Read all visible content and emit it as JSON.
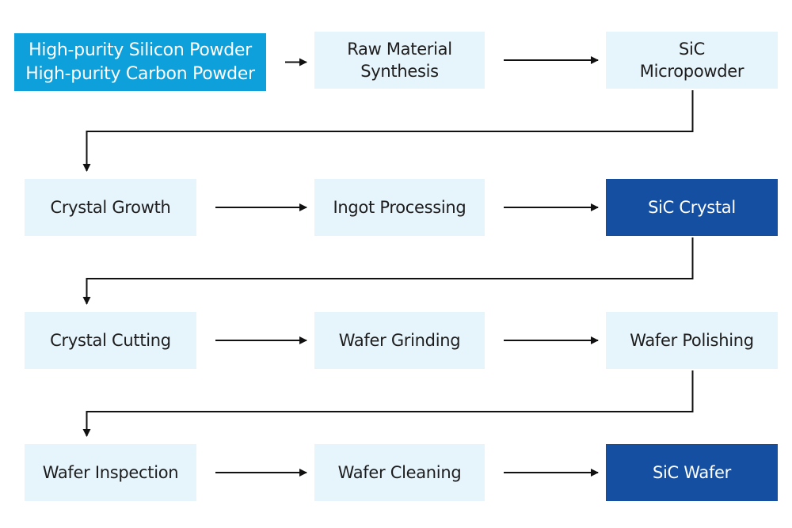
{
  "colors": {
    "source_fill": "#0ea0da",
    "step_fill": "#e6f4fc",
    "output_fill": "#144fa2",
    "arrow": "#111111"
  },
  "nodes": [
    {
      "id": "powders",
      "label": "High-purity Silicon Powder\nHigh-purity Carbon Powder",
      "kind": "source"
    },
    {
      "id": "raw",
      "label": "Raw Material\nSynthesis",
      "kind": "step"
    },
    {
      "id": "micro",
      "label": "SiC\nMicropowder",
      "kind": "step"
    },
    {
      "id": "growth",
      "label": "Crystal Growth",
      "kind": "step"
    },
    {
      "id": "ingot",
      "label": "Ingot Processing",
      "kind": "step"
    },
    {
      "id": "crystal",
      "label": "SiC Crystal",
      "kind": "output"
    },
    {
      "id": "cutting",
      "label": "Crystal Cutting",
      "kind": "step"
    },
    {
      "id": "grinding",
      "label": "Wafer Grinding",
      "kind": "step"
    },
    {
      "id": "polishing",
      "label": "Wafer Polishing",
      "kind": "step"
    },
    {
      "id": "inspection",
      "label": "Wafer Inspection",
      "kind": "step"
    },
    {
      "id": "cleaning",
      "label": "Wafer Cleaning",
      "kind": "step"
    },
    {
      "id": "wafer",
      "label": "SiC Wafer",
      "kind": "output"
    }
  ],
  "edges": [
    [
      "powders",
      "raw"
    ],
    [
      "raw",
      "micro"
    ],
    [
      "micro",
      "growth"
    ],
    [
      "growth",
      "ingot"
    ],
    [
      "ingot",
      "crystal"
    ],
    [
      "crystal",
      "cutting"
    ],
    [
      "cutting",
      "grinding"
    ],
    [
      "grinding",
      "polishing"
    ],
    [
      "polishing",
      "inspection"
    ],
    [
      "inspection",
      "cleaning"
    ],
    [
      "cleaning",
      "wafer"
    ]
  ]
}
